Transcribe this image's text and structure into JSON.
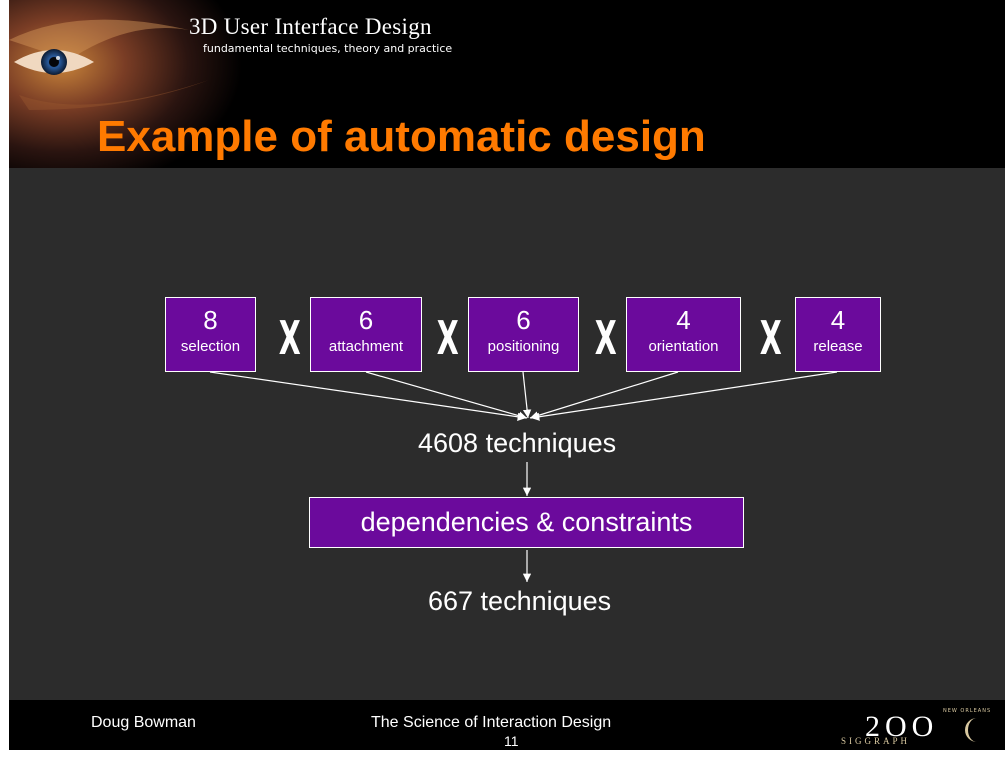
{
  "header": {
    "series_title": "3D User Interface Design",
    "series_subtitle": "fundamental techniques, theory and practice"
  },
  "slide": {
    "title": "Example of automatic design"
  },
  "diagram": {
    "factors": [
      {
        "count": "8",
        "label": "selection"
      },
      {
        "count": "6",
        "label": "attachment"
      },
      {
        "count": "6",
        "label": "positioning"
      },
      {
        "count": "4",
        "label": "orientation"
      },
      {
        "count": "4",
        "label": "release"
      }
    ],
    "multiply_symbol": "X",
    "combined_result": "4608 techniques",
    "filter_label": "dependencies & constraints",
    "final_result": "667 techniques"
  },
  "footer": {
    "presenter": "Doug Bowman",
    "course_title": "The Science of Interaction Design",
    "page_number": "11",
    "logo_year": "2OO",
    "logo_word": "SIGGRAPH",
    "logo_small_text": "NEW ORLEANS"
  },
  "colors": {
    "title_orange": "#ff7a00",
    "box_purple": "#6b0a9c",
    "slide_background": "#2c2c2c"
  }
}
